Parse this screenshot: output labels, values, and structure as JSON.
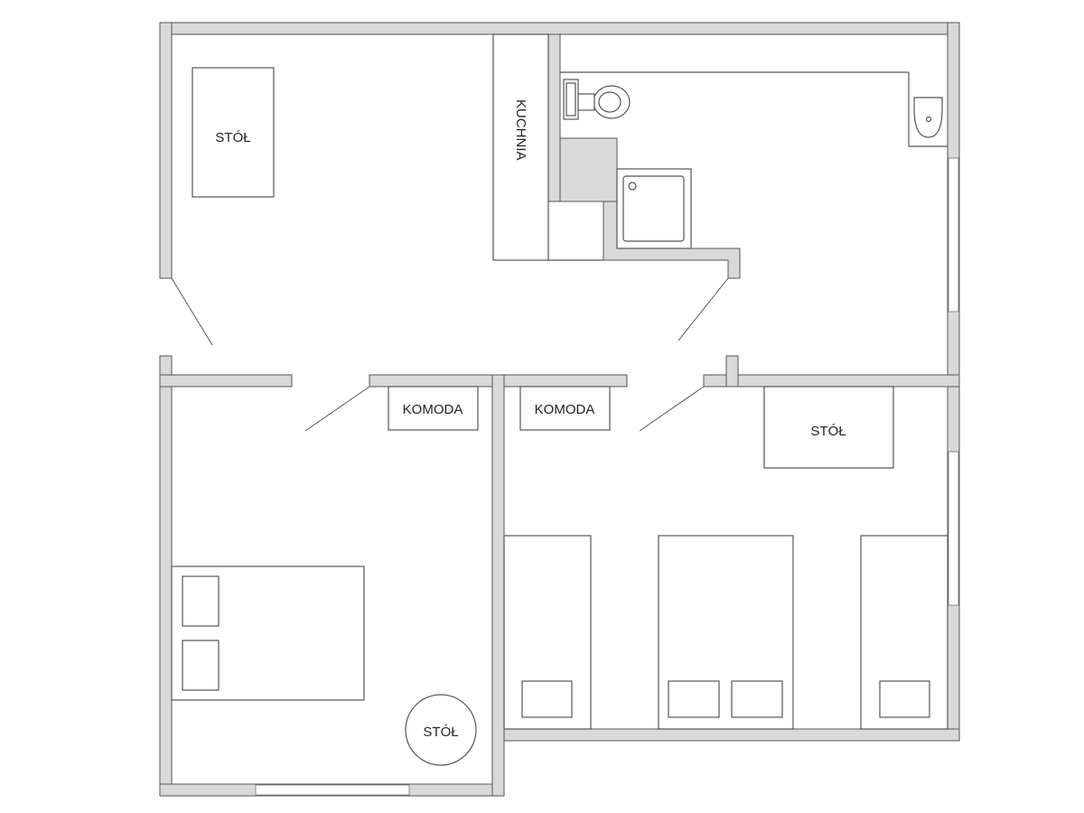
{
  "labels": {
    "table_top_left": "STÓŁ",
    "kitchen": "KUCHNIA",
    "dresser_left": "KOMODA",
    "dresser_right": "KOMODA",
    "table_right": "STÓŁ",
    "table_round": "STÓŁ"
  }
}
